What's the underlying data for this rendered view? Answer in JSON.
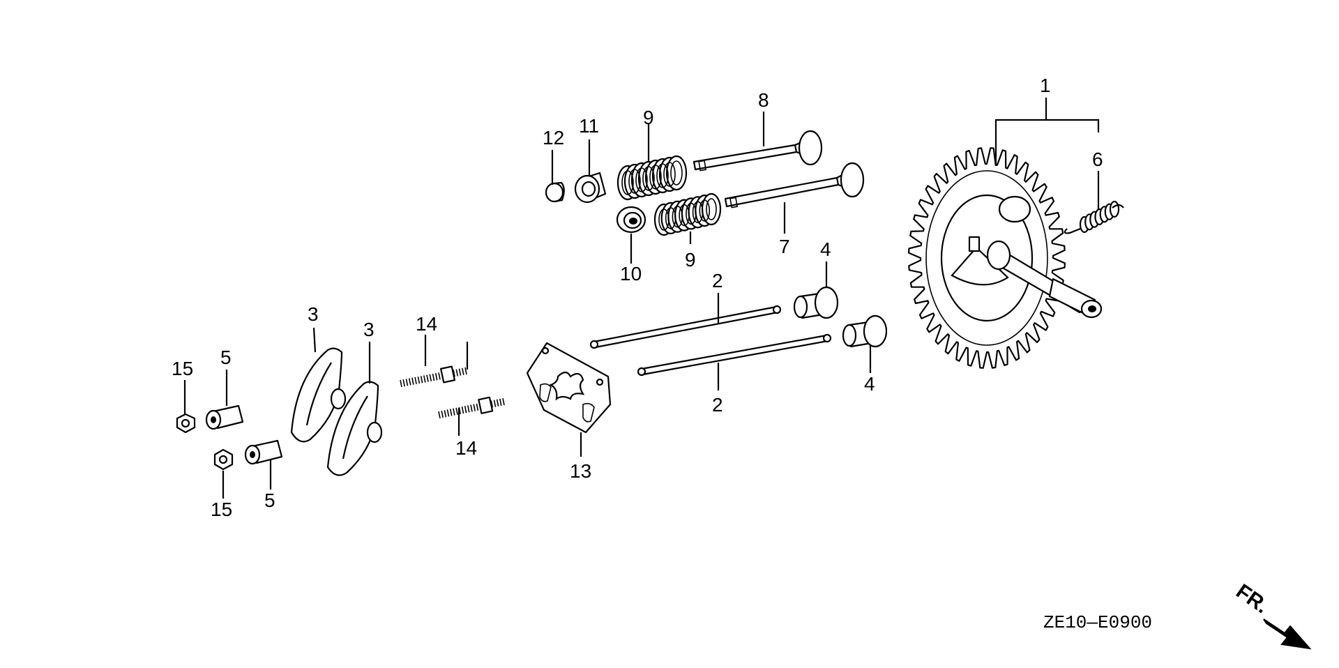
{
  "diagram_code": "ZE10—E0900",
  "direction_label": "FR.",
  "callouts": {
    "c1": "1",
    "c2a": "2",
    "c2b": "2",
    "c3a": "3",
    "c3b": "3",
    "c4a": "4",
    "c4b": "4",
    "c5a": "5",
    "c5b": "5",
    "c6": "6",
    "c7": "7",
    "c8": "8",
    "c9a": "9",
    "c9b": "9",
    "c10": "10",
    "c11": "11",
    "c12": "12",
    "c13": "13",
    "c14a": "14",
    "c14b": "14",
    "c15a": "15",
    "c15b": "15"
  }
}
